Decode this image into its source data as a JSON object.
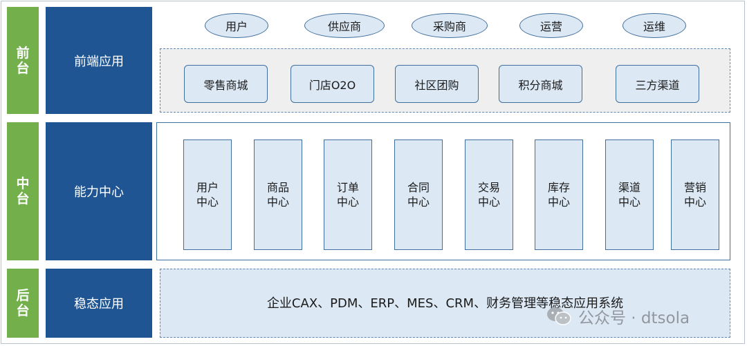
{
  "tiers": {
    "front": {
      "name": "前台",
      "label": "前端应用"
    },
    "middle": {
      "name": "中台",
      "label": "能力中心"
    },
    "back": {
      "name": "后台",
      "label": "稳态应用"
    }
  },
  "roles": [
    "用户",
    "供应商",
    "采购商",
    "运营",
    "运维"
  ],
  "front_apps": [
    "零售商城",
    "门店O2O",
    "社区团购",
    "积分商城",
    "三方渠道"
  ],
  "capability_centers": [
    {
      "line1": "用户",
      "line2": "中心"
    },
    {
      "line1": "商品",
      "line2": "中心"
    },
    {
      "line1": "订单",
      "line2": "中心"
    },
    {
      "line1": "合同",
      "line2": "中心"
    },
    {
      "line1": "交易",
      "line2": "中心"
    },
    {
      "line1": "库存",
      "line2": "中心"
    },
    {
      "line1": "渠道",
      "line2": "中心"
    },
    {
      "line1": "营销",
      "line2": "中心"
    }
  ],
  "back_systems": "企业CAX、PDM、ERP、MES、CRM、财务管理等稳态应用系统",
  "watermark": {
    "icon": "wechat-icon",
    "text": "公众号 · dtsola"
  },
  "colors": {
    "tier_green": "#73b04c",
    "label_blue": "#1f5592",
    "box_fill": "#dce8f4",
    "box_border": "#3f6e9c"
  }
}
